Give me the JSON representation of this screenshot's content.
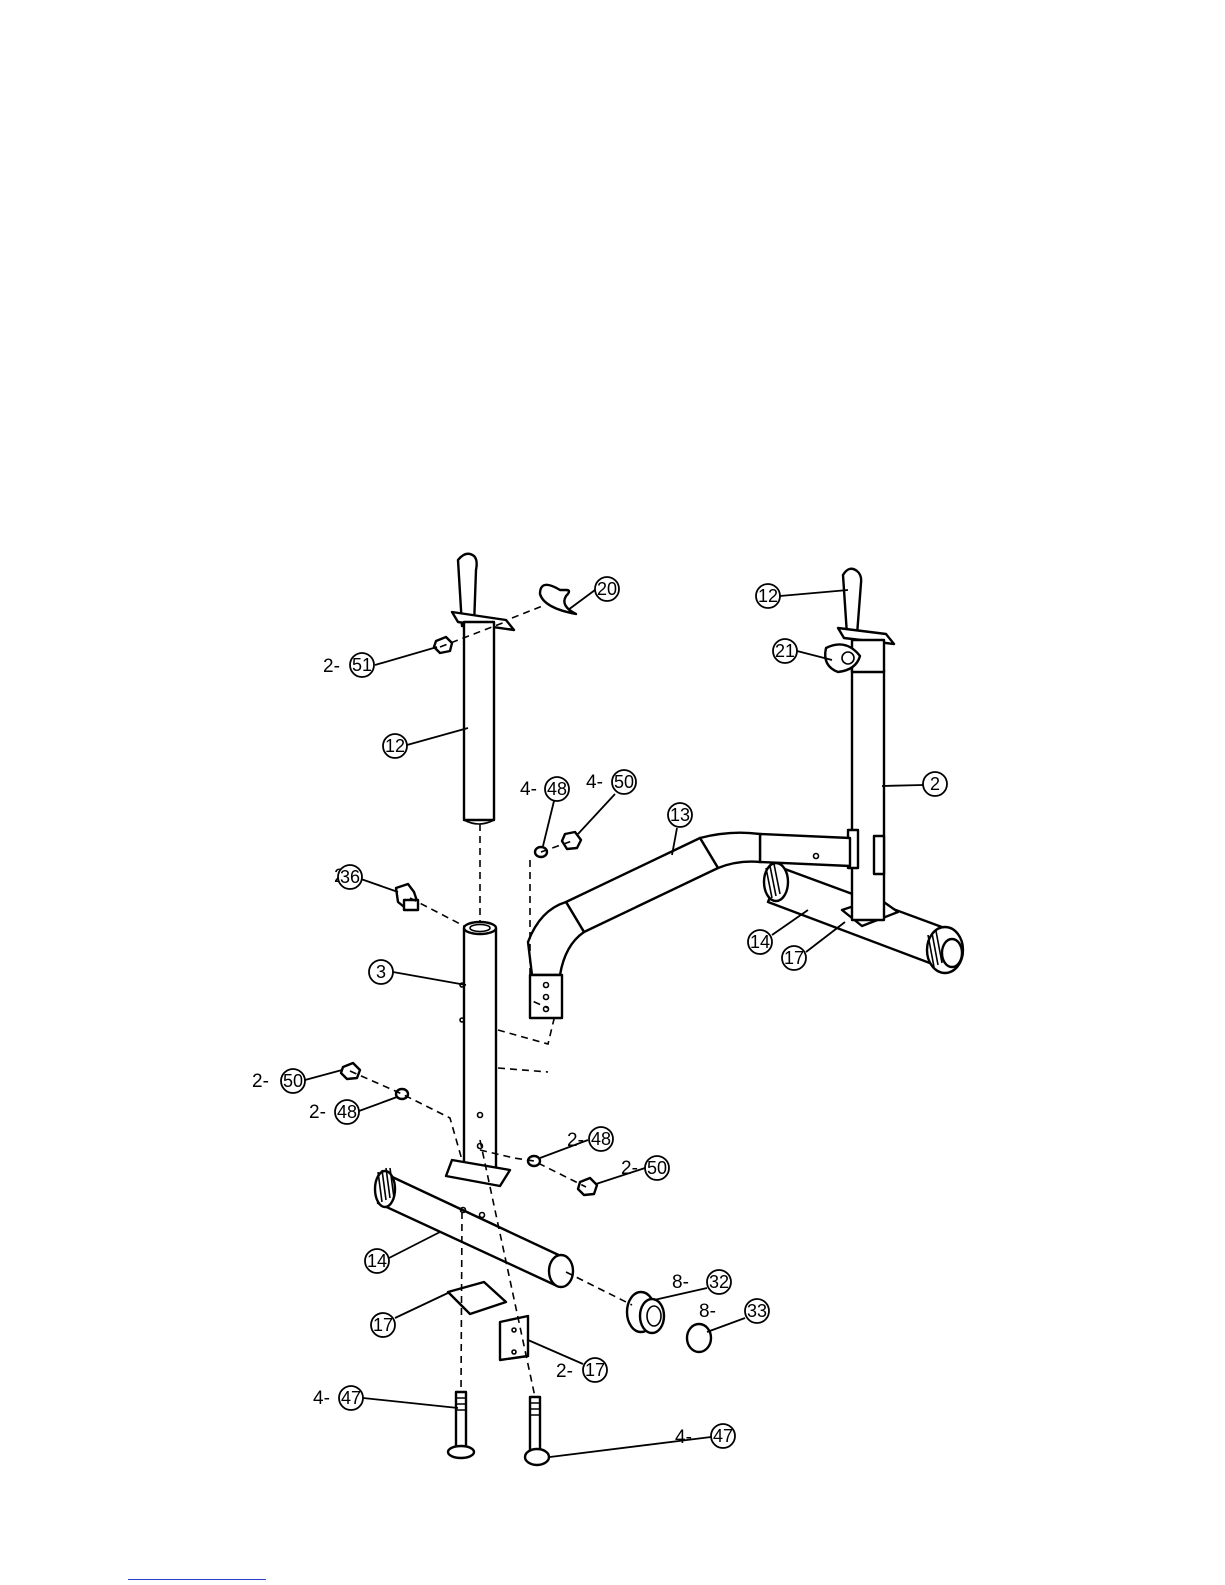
{
  "callouts": [
    {
      "id": "c-20",
      "prefix": "",
      "number": "20"
    },
    {
      "id": "c-2-51",
      "prefix": "2-",
      "number": "51"
    },
    {
      "id": "c-12-a",
      "prefix": "",
      "number": "12"
    },
    {
      "id": "c-12-b",
      "prefix": "",
      "number": "12"
    },
    {
      "id": "c-21",
      "prefix": "",
      "number": "21"
    },
    {
      "id": "c-2",
      "prefix": "",
      "number": "2"
    },
    {
      "id": "c-4-48",
      "prefix": "4-",
      "number": "48"
    },
    {
      "id": "c-4-50",
      "prefix": "4-",
      "number": "50"
    },
    {
      "id": "c-13",
      "prefix": "",
      "number": "13"
    },
    {
      "id": "c-2-36",
      "prefix": "2-",
      "number": "36"
    },
    {
      "id": "c-3",
      "prefix": "",
      "number": "3"
    },
    {
      "id": "c-14-b",
      "prefix": "",
      "number": "14"
    },
    {
      "id": "c-17-b",
      "prefix": "",
      "number": "17"
    },
    {
      "id": "c-2-50-a",
      "prefix": "2- ",
      "number": "50"
    },
    {
      "id": "c-2-48-a",
      "prefix": "2-",
      "number": "48"
    },
    {
      "id": "c-2-48-b",
      "prefix": "2-",
      "number": "48"
    },
    {
      "id": "c-2-50-b",
      "prefix": "2-",
      "number": "50"
    },
    {
      "id": "c-14-a",
      "prefix": "",
      "number": "14"
    },
    {
      "id": "c-8-32",
      "prefix": "8-",
      "number": "32"
    },
    {
      "id": "c-8-33",
      "prefix": "8-",
      "number": "33"
    },
    {
      "id": "c-17-a",
      "prefix": "",
      "number": "17"
    },
    {
      "id": "c-2-17",
      "prefix": "2-",
      "number": "17"
    },
    {
      "id": "c-4-47-a",
      "prefix": "4-",
      "number": "47"
    },
    {
      "id": "c-4-47-b",
      "prefix": "4-",
      "number": "47"
    }
  ]
}
